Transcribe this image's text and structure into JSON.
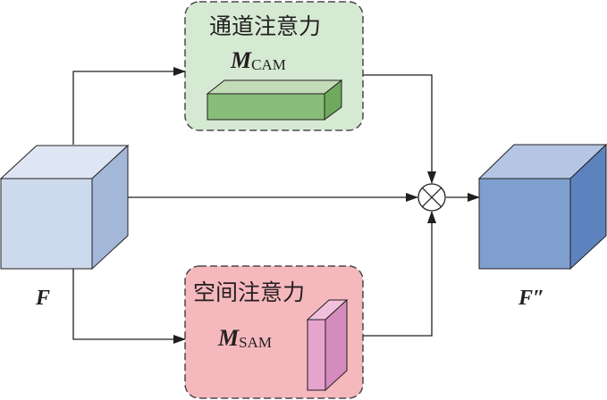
{
  "diagram": {
    "input": {
      "label": "F",
      "colors": {
        "front": "#cdd9ec",
        "top": "#dfe6f3",
        "side": "#a3b7d9"
      }
    },
    "output": {
      "label": "F″",
      "colors": {
        "front": "#7fa0cf",
        "top": "#b4c6e3",
        "side": "#5d83bf"
      }
    },
    "channel_attention": {
      "title": "通道注意力",
      "symbol": "M",
      "subscript": "CAM",
      "box_color": "#d6ead3",
      "block_colors": {
        "front": "#88bd79",
        "top": "#c2dcb8",
        "side": "#6ea95e"
      }
    },
    "spatial_attention": {
      "title": "空间注意力",
      "symbol": "M",
      "subscript": "SAM",
      "box_color": "#f5b8bd",
      "block_colors": {
        "front": "#e6a3cd",
        "top": "#f1c0dc",
        "side": "#d58bbd"
      }
    },
    "operator": {
      "symbol": "⊗",
      "name": "element-wise multiplication"
    },
    "edges": [
      {
        "from": "F",
        "to": "channel_attention"
      },
      {
        "from": "F",
        "to": "spatial_attention"
      },
      {
        "from": "F",
        "to": "operator"
      },
      {
        "from": "channel_attention",
        "to": "operator"
      },
      {
        "from": "spatial_attention",
        "to": "operator"
      },
      {
        "from": "operator",
        "to": "F″"
      }
    ]
  }
}
